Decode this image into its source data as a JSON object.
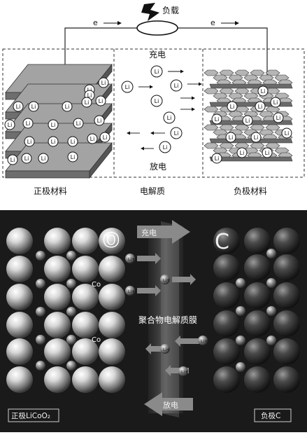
{
  "top": {
    "load_label": "负载",
    "electron_left": "e",
    "electron_right": "e",
    "charge_label": "充电",
    "discharge_label": "放电",
    "li_symbol": "Li",
    "positive_label": "正极材料",
    "electrolyte_label": "电解质",
    "negative_label": "负极材料"
  },
  "bottom": {
    "charge_label": "充电",
    "discharge_label": "放电",
    "oxygen_symbol": "O",
    "carbon_symbol": "C",
    "cobalt_symbol": "Co",
    "li_ion": "Li+",
    "membrane_label": "聚合物电解质膜",
    "positive_label": "正极LiCoO₂",
    "negative_label": "负极C"
  },
  "colors": {
    "plate_fill": "#9a9a9a",
    "background_bottom": "#1a1a1a",
    "arrow_fill": "#6a6a6a"
  }
}
